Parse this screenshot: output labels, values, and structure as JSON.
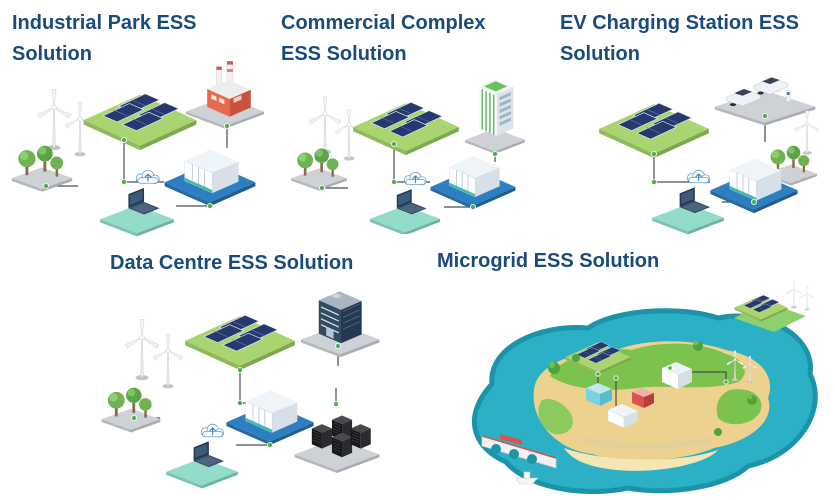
{
  "page": {
    "background": "#ffffff",
    "title_color": "#1a4b7c"
  },
  "solutions": [
    {
      "id": "industrial-park",
      "title": "Industrial Park ESS Solution"
    },
    {
      "id": "commercial-complex",
      "title": "Commercial Complex ESS Solution"
    },
    {
      "id": "ev-charging-station",
      "title": "EV Charging Station ESS Solution"
    },
    {
      "id": "data-centre",
      "title": "Data Centre ESS Solution"
    },
    {
      "id": "microgrid",
      "title": "Microgrid ESS Solution"
    }
  ],
  "icons": {
    "shared": [
      "solar-array-icon",
      "wind-turbine-icon",
      "trees-icon",
      "battery-storage-icon",
      "monitoring-laptop-icon",
      "cloud-upload-icon",
      "connection-node-icon"
    ],
    "industrial_park": [
      "factory-building-icon"
    ],
    "commercial_complex": [
      "office-tower-icon"
    ],
    "ev_charging_station": [
      "ev-cars-icon",
      "charging-post-icon"
    ],
    "data_centre": [
      "data-centre-building-icon",
      "server-racks-icon"
    ],
    "microgrid": [
      "island-icon",
      "water-icon",
      "bridge-icon",
      "boat-icon"
    ]
  },
  "colors": {
    "platform_green": "#a9d46f",
    "platform_gray": "#ced2d7",
    "platform_blue": "#2e7fc2",
    "platform_teal": "#93dcc9",
    "solar_panel": "#26386e",
    "water": "#2cb0c6",
    "sand": "#ecd28e",
    "island_green": "#7cc24f",
    "connection_node": "#4caf50",
    "connection_line": "#4d4d4d"
  }
}
